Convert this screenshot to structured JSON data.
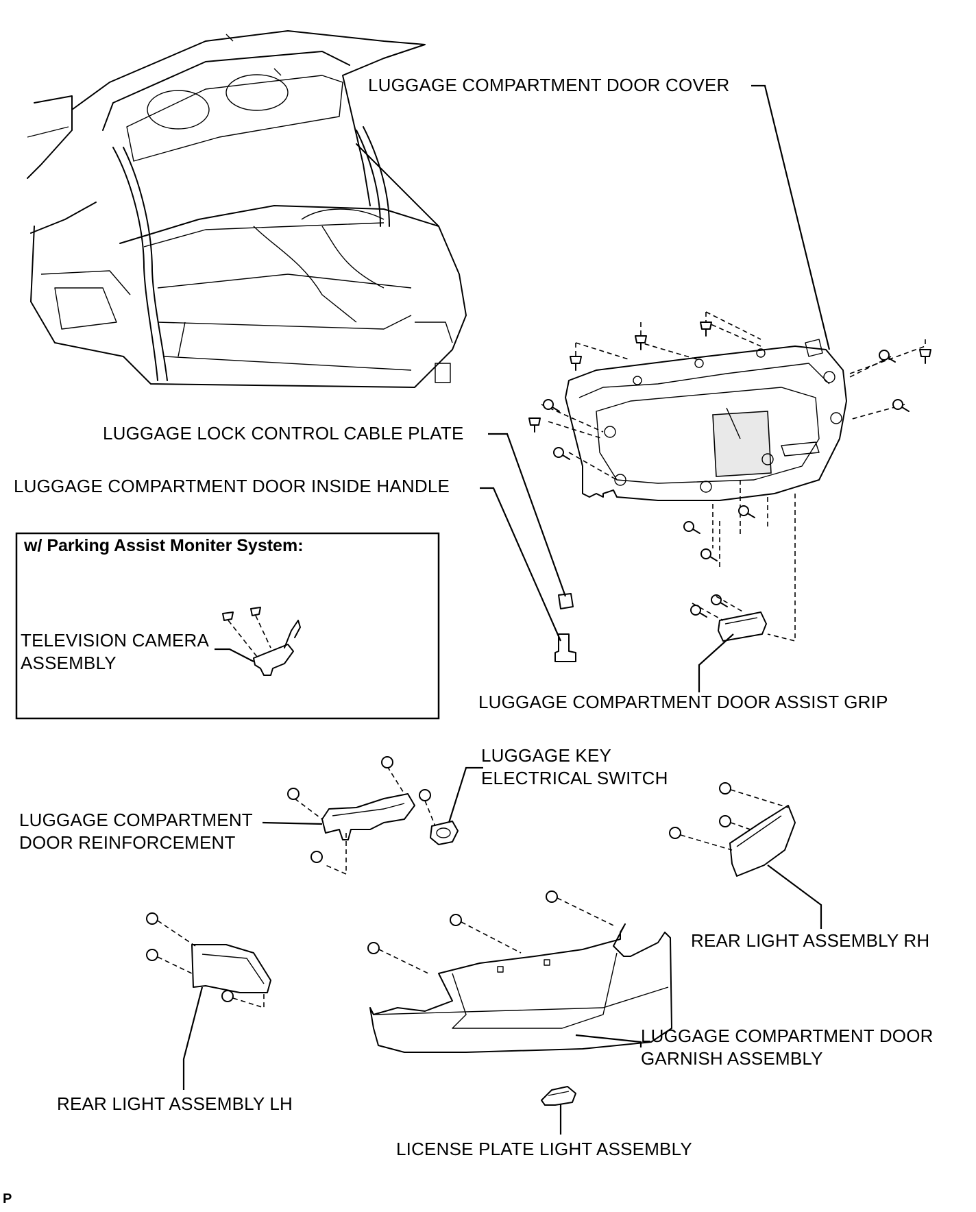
{
  "labels": {
    "door_cover": "LUGGAGE COMPARTMENT DOOR COVER",
    "cable_plate": "LUGGAGE LOCK CONTROL CABLE PLATE",
    "inside_handle": "LUGGAGE COMPARTMENT DOOR INSIDE HANDLE",
    "assist_grip": "LUGGAGE COMPARTMENT DOOR ASSIST GRIP",
    "key_switch_1": "LUGGAGE KEY",
    "key_switch_2": "ELECTRICAL SWITCH",
    "reinforcement_1": "LUGGAGE COMPARTMENT",
    "reinforcement_2": "DOOR REINFORCEMENT",
    "rear_light_rh": "REAR LIGHT ASSEMBLY RH",
    "rear_light_lh": "REAR LIGHT ASSEMBLY LH",
    "garnish_1": "LUGGAGE COMPARTMENT DOOR",
    "garnish_2": "GARNISH ASSEMBLY",
    "license_light": "LICENSE PLATE LIGHT ASSEMBLY"
  },
  "inset": {
    "title": "w/ Parking Assist Moniter System:",
    "camera_1": "TELEVISION CAMERA",
    "camera_2": "ASSEMBLY"
  },
  "corner_mark": "P"
}
